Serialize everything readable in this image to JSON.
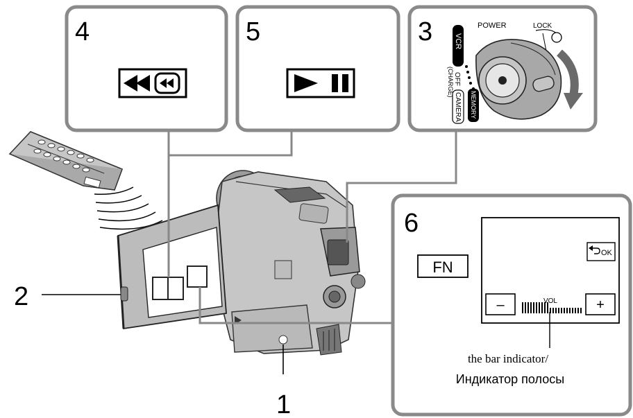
{
  "steps": {
    "s1": "1",
    "s2": "2",
    "s3": "3",
    "s4": "4",
    "s5": "5",
    "s6": "6"
  },
  "panel3": {
    "power_label": "POWER",
    "lock_label": "LOCK",
    "vcr_label": "VCR",
    "off_label": "OFF",
    "charge_label": "(CHARGE)",
    "camera_label": "CAMERA",
    "memory_label": "MEMORY"
  },
  "panel6": {
    "fn_label": "FN",
    "ok_label": "OK",
    "minus_label": "–",
    "plus_label": "+",
    "vol_label": "VOL",
    "caption_en": "the bar indicator/",
    "caption_ru": "Индикатор полосы",
    "volume_level": 0.45
  },
  "icons": {
    "rewind": "rewind-icon",
    "play": "play-icon",
    "pause": "pause-icon",
    "return": "return-arrow-icon"
  }
}
